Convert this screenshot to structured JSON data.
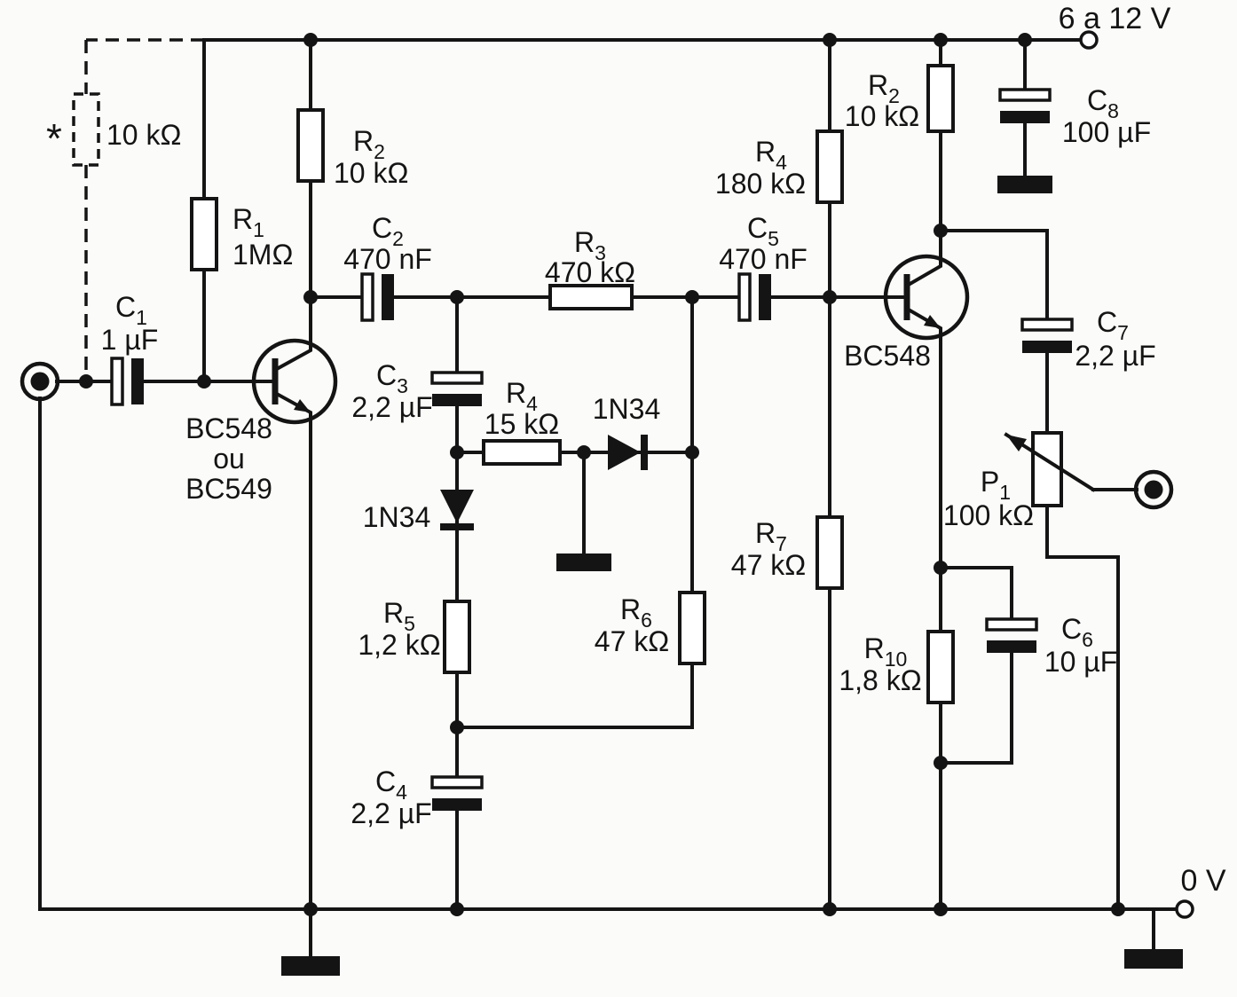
{
  "power": {
    "supply_label": "6 a 12 V",
    "ground_label": "0 V"
  },
  "components": {
    "optional_resistor": {
      "marker": "*",
      "value": "10 kΩ"
    },
    "r1": {
      "name": "R",
      "sub": "1",
      "value": "1MΩ"
    },
    "r2a": {
      "name": "R",
      "sub": "2",
      "value": "10 kΩ"
    },
    "r3": {
      "name": "R",
      "sub": "3",
      "value": "470 kΩ"
    },
    "r4a": {
      "name": "R",
      "sub": "4",
      "value": "15 kΩ"
    },
    "r4b": {
      "name": "R",
      "sub": "4",
      "value": "180 kΩ"
    },
    "r5": {
      "name": "R",
      "sub": "5",
      "value": "1,2 kΩ"
    },
    "r6": {
      "name": "R",
      "sub": "6",
      "value": "47 kΩ"
    },
    "r7": {
      "name": "R",
      "sub": "7",
      "value": "47 kΩ"
    },
    "r10": {
      "name": "R",
      "sub": "10",
      "value": "1,8 kΩ"
    },
    "r2b": {
      "name": "R",
      "sub": "2",
      "value": "10 kΩ"
    },
    "p1": {
      "name": "P",
      "sub": "1",
      "value": "100 kΩ"
    },
    "c1": {
      "name": "C",
      "sub": "1",
      "value": "1 µF"
    },
    "c2": {
      "name": "C",
      "sub": "2",
      "value": "470 nF"
    },
    "c3": {
      "name": "C",
      "sub": "3",
      "value": "2,2 µF"
    },
    "c4": {
      "name": "C",
      "sub": "4",
      "value": "2,2 µF"
    },
    "c5": {
      "name": "C",
      "sub": "5",
      "value": "470 nF"
    },
    "c6": {
      "name": "C",
      "sub": "6",
      "value": "10 µF"
    },
    "c7": {
      "name": "C",
      "sub": "7",
      "value": "2,2 µF"
    },
    "c8": {
      "name": "C",
      "sub": "8",
      "value": "100 µF"
    },
    "d1": {
      "value": "1N34"
    },
    "d2": {
      "value": "1N34"
    },
    "q1": {
      "line1": "BC548",
      "line2": "ou",
      "line3": "BC549"
    },
    "q2": {
      "line1": "BC548"
    }
  }
}
